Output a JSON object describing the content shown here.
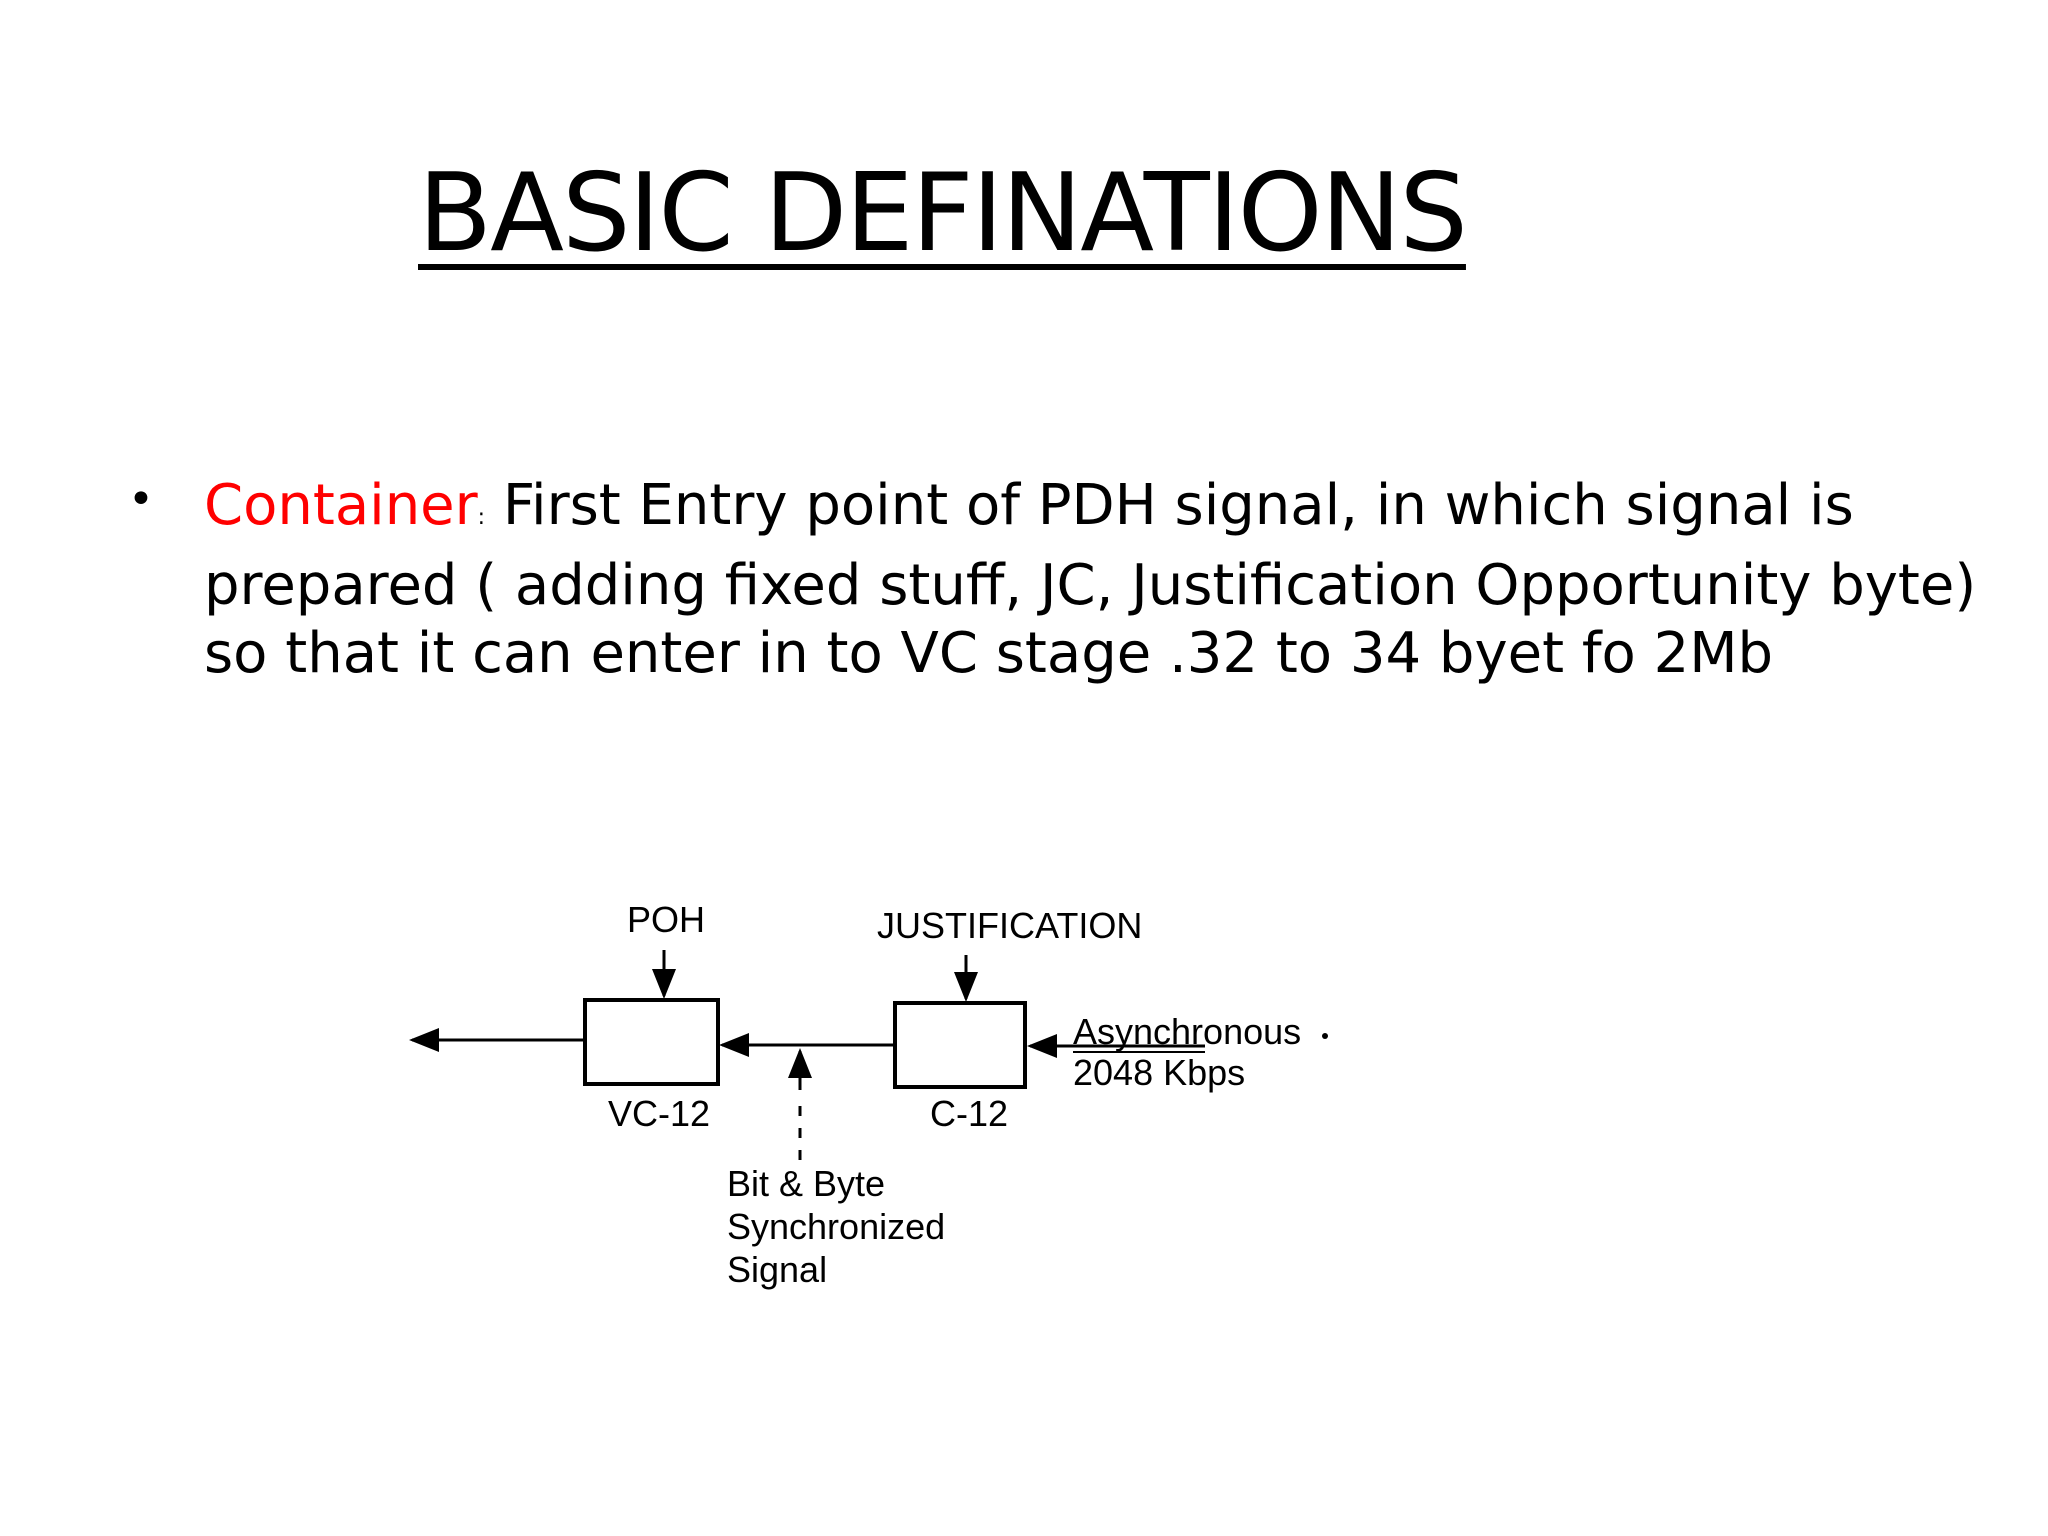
{
  "title": "BASIC DEFINATIONS",
  "bullet": {
    "marker": "•",
    "term": "Container",
    "separator": ":",
    "text": " First Entry point of PDH signal, in which signal is prepared ( adding fixed stuff, JC, Justification Opportunity byte) so that it can enter in to VC stage .32 to 34 byet fo 2Mb"
  },
  "diagram": {
    "labels": {
      "poh": "POH",
      "justification": "JUSTIFICATION",
      "vc12": "VC-12",
      "c12": "C-12",
      "async_line1": "Asynchronous",
      "async_line2": "2048 Kbps",
      "sync_line1": "Bit & Byte",
      "sync_line2": "Synchronized",
      "sync_line3": "Signal"
    }
  }
}
